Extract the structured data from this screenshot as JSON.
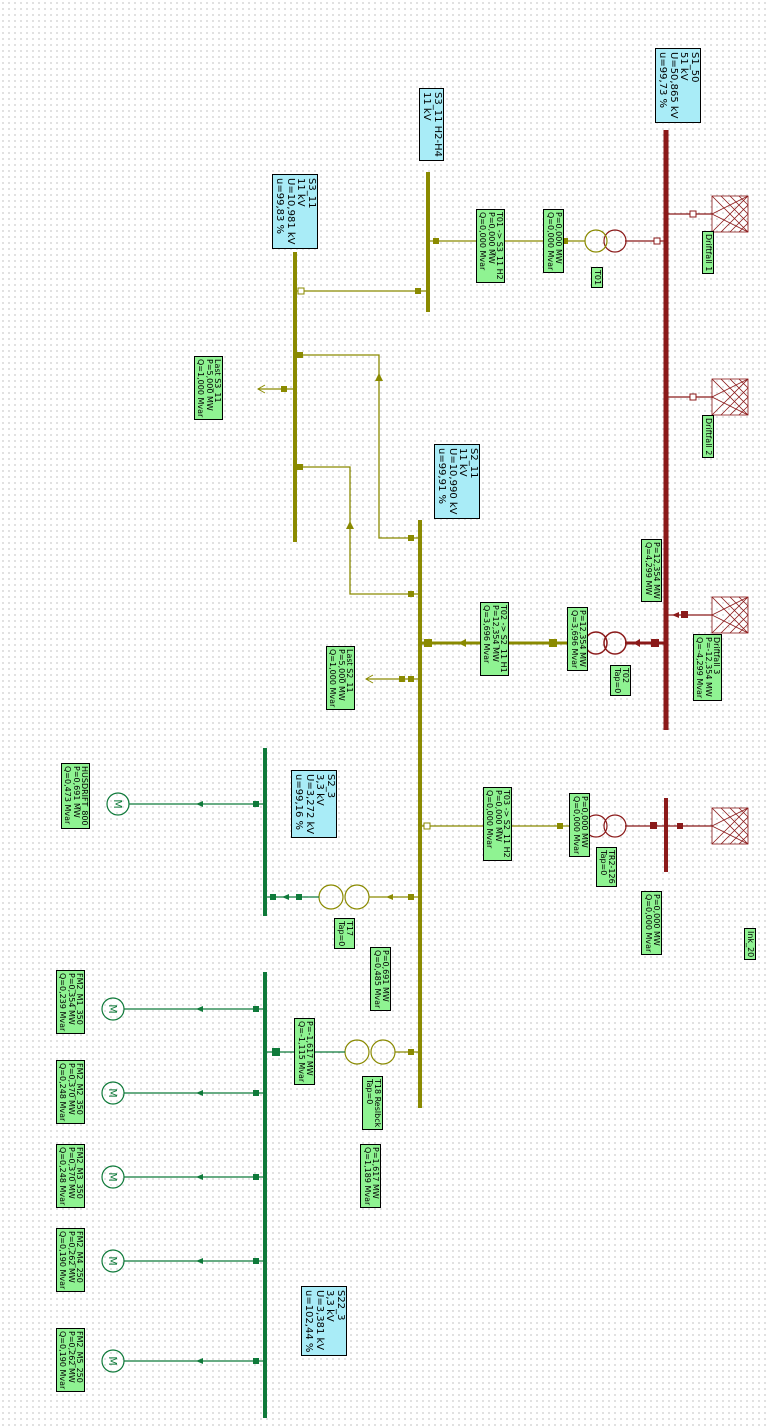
{
  "buses": {
    "s1_50": {
      "name": "S1_50",
      "kv": "51 kV",
      "u": "U=50,865 kV",
      "pct": "u=99,73 %"
    },
    "s3_11_h2h4": {
      "name": "S3_11 H2-H4",
      "kv": "11 kV"
    },
    "s3_11": {
      "name": "S3_11",
      "kv": "11 kV",
      "u": "U=10,981 kV",
      "pct": "u=99,83 %"
    },
    "s2_11": {
      "name": "S2_11",
      "kv": "11 kV",
      "u": "U=10,990 kV",
      "pct": "u=99,91 %"
    },
    "s2_3": {
      "name": "S2_3",
      "kv": "3,3 kV",
      "u": "U=3,272 kV",
      "pct": "u=99,16 %"
    },
    "s22_3": {
      "name": "S22_3",
      "kv": "3,3 kV",
      "u": "U=3,381 kV",
      "pct": "u=102,44 %"
    }
  },
  "flows": {
    "t01_line": {
      "l1": "T01 -> S3_11 H2",
      "l2": "P=0,000 MW",
      "l3": "Q=0,000 Mvar"
    },
    "t01_hv": {
      "l1": "P=0,000 MW",
      "l2": "Q=0,000 Mvar"
    },
    "last_s3": {
      "l1": "Last S3_11",
      "l2": "P=5,000 MW",
      "l3": "Q=1,000 Mvar"
    },
    "s1_feed": {
      "l1": "P=12,354 MW",
      "l2": "Q=4,299 MW"
    },
    "t02_line": {
      "l1": "T02 -> S2_11 H1",
      "l2": "P=12,354 MW",
      "l3": "Q=3,696 Mvar"
    },
    "t02_hv": {
      "l1": "P=12,354 MW",
      "l2": "Q=3,696 Mvar"
    },
    "drift3": {
      "l1": "Driftfall 3",
      "l2": "P=-12,354 MW",
      "l3": "Q=-4,299 Mvar"
    },
    "last_s2": {
      "l1": "Last S2_11",
      "l2": "P=5,000 MW",
      "l3": "Q=1,000 Mvar"
    },
    "t03_line": {
      "l1": "T03 -> S2_11 H2",
      "l2": "P=0,000 MW",
      "l3": "Q=0,000 Mvar"
    },
    "t03_hv": {
      "l1": "P=0,000 MW",
      "l2": "Q=0,000 Mvar"
    },
    "tr2_feed": {
      "l1": "P=0,000 MW",
      "l2": "Q=0,000 Mvar"
    },
    "husdrift": {
      "l1": "HUSDRIFT_800",
      "l2": "P=0,691 MW",
      "l3": "Q=0,473 Mvar"
    },
    "t17_feed": {
      "l1": "P=0,691 MW",
      "l2": "Q=0,485 Mvar"
    },
    "t18_lv": {
      "l1": "P=-1,617 MW",
      "l2": "Q=-1,115 Mvar"
    },
    "t18_hv": {
      "l1": "P=1,617 MW",
      "l2": "Q=1,189 Mvar"
    },
    "m1": {
      "l1": "FM2_M1_350",
      "l2": "P=0,354 MW",
      "l3": "Q=0,239 Mvar"
    },
    "m2": {
      "l1": "FM2_M2_350",
      "l2": "P=0,370 MW",
      "l3": "Q=0,248 Mvar"
    },
    "m3": {
      "l1": "FM2_M3_350",
      "l2": "P=0,370 MW",
      "l3": "Q=0,248 Mvar"
    },
    "m4": {
      "l1": "FM2_M4_250",
      "l2": "P=0,262 MW",
      "l3": "Q=0,190 Mvar"
    },
    "m5": {
      "l1": "FM2_M5_250",
      "l2": "P=0,262 MW",
      "l3": "Q=0,190 Mvar"
    }
  },
  "labels": {
    "t01": "T01",
    "drift1": "Driftfall 1",
    "drift2": "Driftfall 2",
    "t02_name": "T02",
    "t02_tap": "Tap=0",
    "tr2_name": "TR2-126",
    "tr2_tap": "Tap=0",
    "ink": "Ink_20",
    "t17_name": "T17",
    "t17_tap": "Tap=0",
    "t18_name": "T18 Reslbck",
    "t18_tap": "Tap=0"
  },
  "colors": {
    "hv": "#8b1a1a",
    "mv": "#8a8a00",
    "lv": "#0f7a3a",
    "bus_box": "#a9ecf7",
    "flow_box": "#8ff392"
  }
}
